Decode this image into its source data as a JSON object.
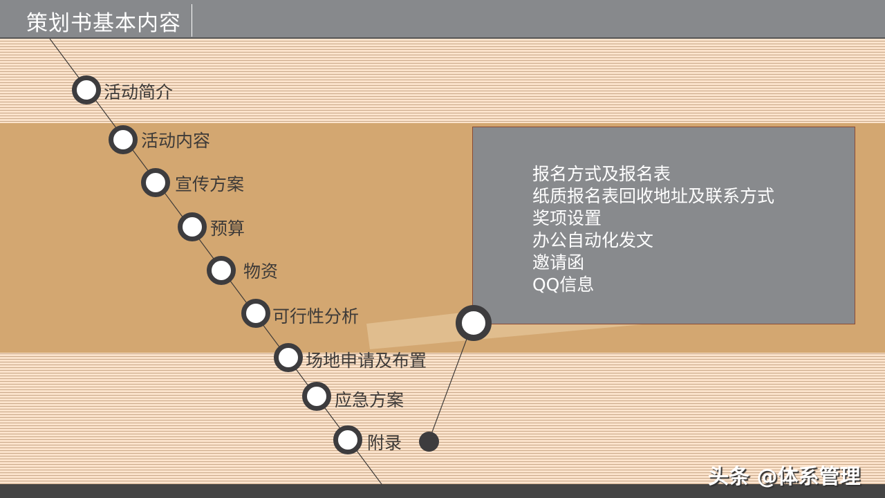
{
  "header": {
    "title": "策划书基本内容"
  },
  "outline": {
    "items": [
      {
        "label": "活动简介"
      },
      {
        "label": "活动内容"
      },
      {
        "label": "宣传方案"
      },
      {
        "label": "预算"
      },
      {
        "label": "物资"
      },
      {
        "label": "可行性分析"
      },
      {
        "label": "场地申请及布置"
      },
      {
        "label": "应急方案"
      },
      {
        "label": "附录"
      }
    ]
  },
  "appendix_panel": {
    "items": [
      "报名方式及报名表",
      "纸质报名表回收地址及联系方式",
      "奖项设置",
      "办公自动化发文",
      "邀请函",
      "QQ信息"
    ]
  },
  "watermark": "头条 @体系管理",
  "colors": {
    "header": "#87898c",
    "band": "#d3a771",
    "panel": "#888a8d",
    "node": "#3d3c3e"
  }
}
